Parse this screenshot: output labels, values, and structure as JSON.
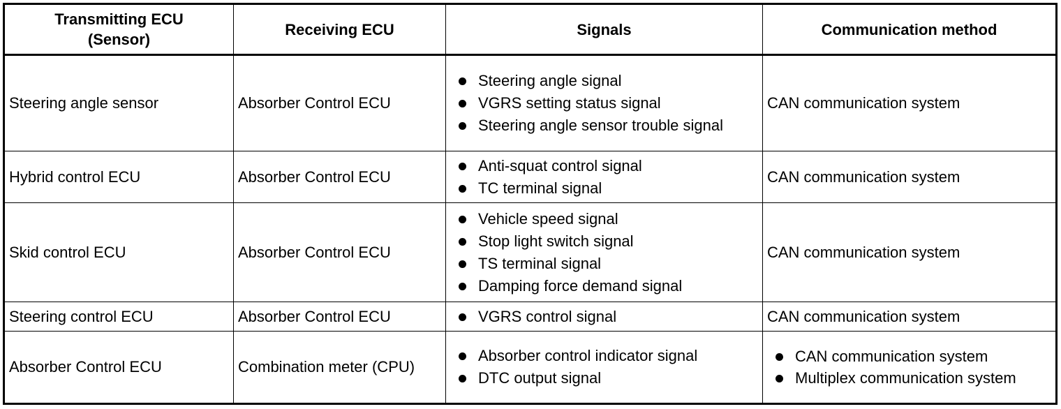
{
  "headers": {
    "transmitting": "Transmitting ECU\n(Sensor)",
    "transmitting_line1": "Transmitting ECU",
    "transmitting_line2": "(Sensor)",
    "receiving": "Receiving ECU",
    "signals": "Signals",
    "method": "Communication method"
  },
  "rows": [
    {
      "transmitting": "Steering angle sensor",
      "receiving": "Absorber Control ECU",
      "signals": [
        "Steering angle signal",
        "VGRS setting status signal",
        "Steering angle sensor trouble signal"
      ],
      "method": "CAN communication system"
    },
    {
      "transmitting": "Hybrid control ECU",
      "receiving": "Absorber Control ECU",
      "signals": [
        "Anti-squat control signal",
        "TC terminal signal"
      ],
      "method": "CAN communication system"
    },
    {
      "transmitting": "Skid control ECU",
      "receiving": "Absorber Control ECU",
      "signals": [
        "Vehicle speed signal",
        "Stop light switch signal",
        "TS terminal signal",
        "Damping force demand signal"
      ],
      "method": "CAN communication system"
    },
    {
      "transmitting": "Steering control ECU",
      "receiving": "Absorber Control ECU",
      "signals": [
        "VGRS control signal"
      ],
      "method": "CAN communication system"
    },
    {
      "transmitting": "Absorber Control ECU",
      "receiving": "Combination meter (CPU)",
      "signals": [
        "Absorber control indicator signal",
        "DTC output signal"
      ],
      "method_list": [
        "CAN communication system",
        "Multiplex communication system"
      ]
    }
  ]
}
